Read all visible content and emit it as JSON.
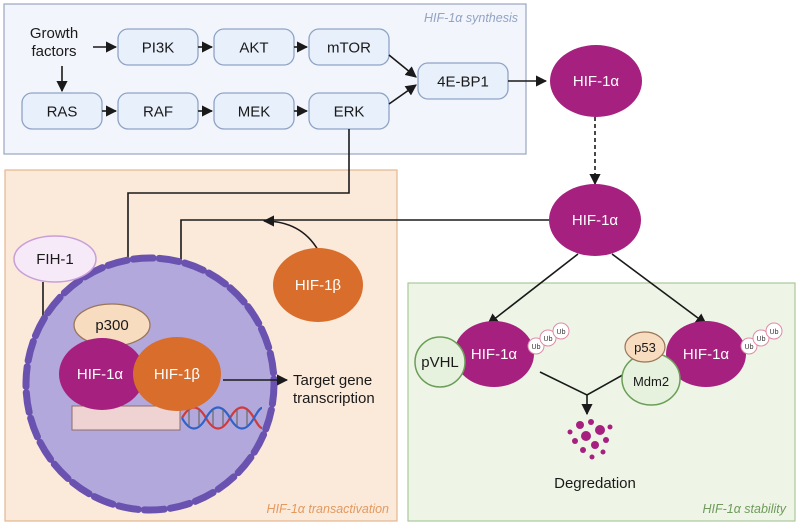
{
  "panels": {
    "synthesis_title": "HIF-1α synthesis",
    "transactivation_title": "HIF-1α transactivation",
    "stability_title": "HIF-1α stability"
  },
  "synthesis": {
    "growth_factors_line1": "Growth",
    "growth_factors_line2": "factors",
    "pi3k": "PI3K",
    "akt": "AKT",
    "mtor": "mTOR",
    "ras": "RAS",
    "raf": "RAF",
    "mek": "MEK",
    "erk": "ERK",
    "ebp1": "4E-BP1"
  },
  "hif1a_label": "HIF-1α",
  "hif1b_label": "HIF-1β",
  "transactivation": {
    "fih1": "FIH-1",
    "p300": "p300",
    "target_line1": "Target gene",
    "target_line2": "transcription"
  },
  "stability": {
    "pvhl": "pVHL",
    "p53": "p53",
    "mdm2": "Mdm2",
    "ub": "Ub",
    "degradation": "Degredation"
  },
  "colors": {
    "hif1a": "#a6207f",
    "hif1b": "#d86d2c",
    "pathway_box": "#e8f0fb",
    "synthesis_panel": "#f2f5fb",
    "transactivation_panel": "#fbe9da",
    "stability_panel": "#eef5e7",
    "nucleus": "#b2a8dc",
    "nuclear_envelope": "#6a52b0"
  }
}
